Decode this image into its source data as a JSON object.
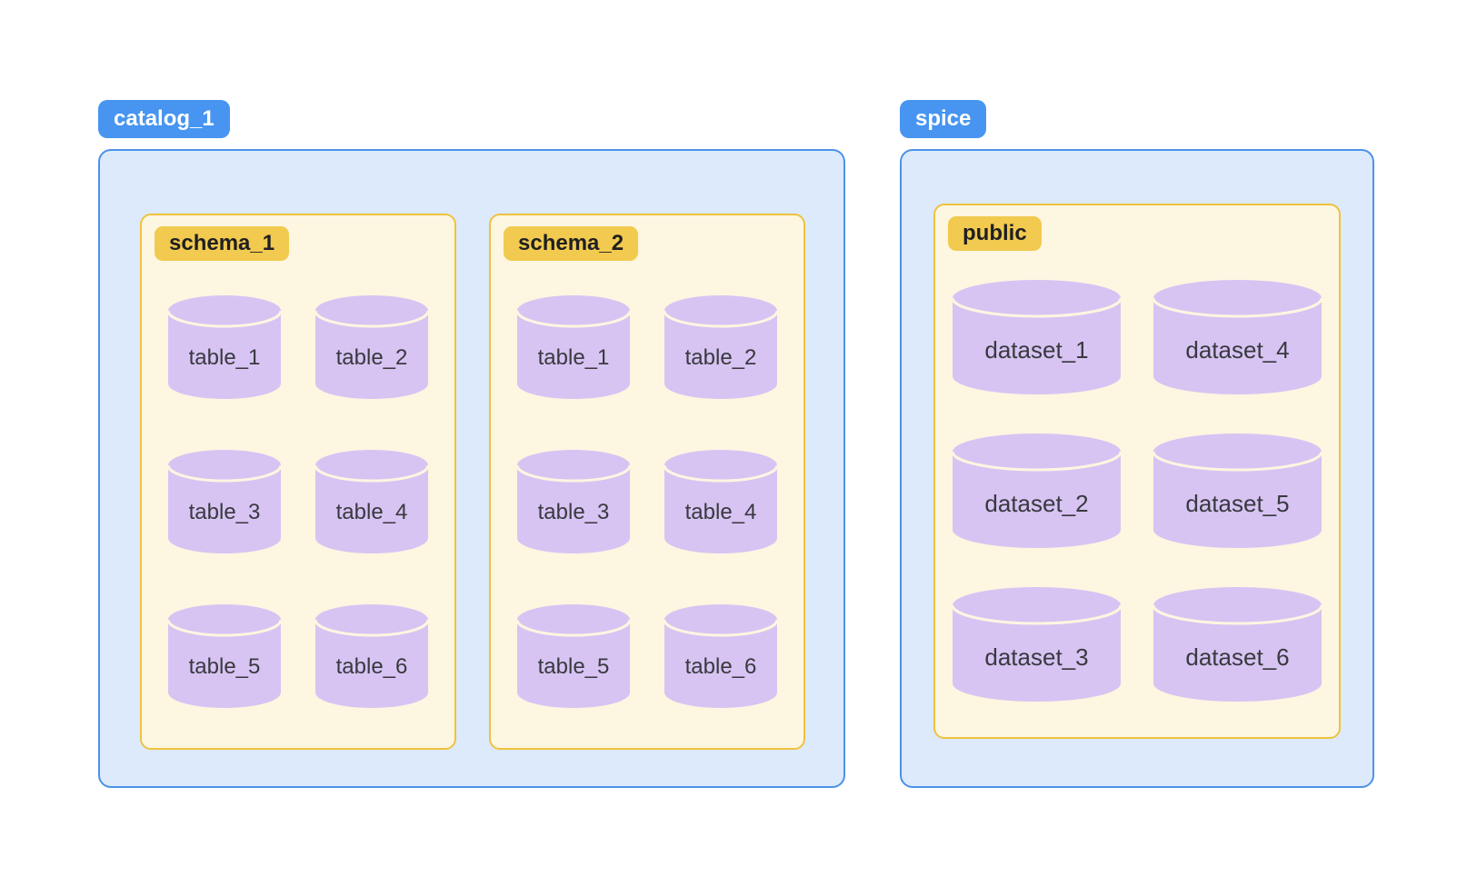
{
  "colors": {
    "badge_blue": "#4795F0",
    "badge_blue_text": "#FFFFFF",
    "container_blue_bg": "#DCEAFB",
    "container_blue_border": "#4C92E8",
    "box_yellow_bg": "#FDF6E1",
    "box_yellow_border": "#EFC23F",
    "badge_yellow_bg": "#F2CA4F",
    "badge_yellow_text": "#1F1F23",
    "cylinder_fill": "#D7C4F3",
    "cylinder_divider": "#FDF6E1",
    "label_text": "#39393F",
    "page_bg": "#FFFFFF"
  },
  "catalog": {
    "label": "catalog_1",
    "schemas": [
      {
        "label": "schema_1",
        "tables": [
          "table_1",
          "table_2",
          "table_3",
          "table_4",
          "table_5",
          "table_6"
        ]
      },
      {
        "label": "schema_2",
        "tables": [
          "table_1",
          "table_2",
          "table_3",
          "table_4",
          "table_5",
          "table_6"
        ]
      }
    ]
  },
  "spice": {
    "label": "spice",
    "schemas": [
      {
        "label": "public",
        "datasets": [
          "dataset_1",
          "dataset_2",
          "dataset_3",
          "dataset_4",
          "dataset_5",
          "dataset_6"
        ]
      }
    ]
  }
}
